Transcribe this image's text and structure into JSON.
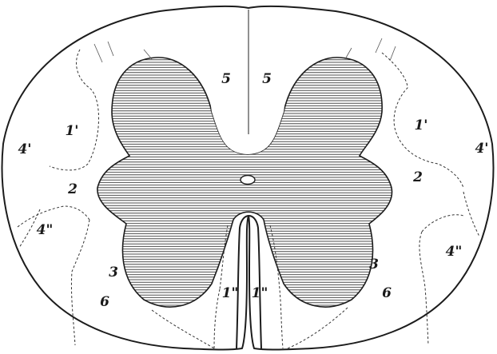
{
  "labels": {
    "tract_5": "5",
    "tract_1p": "1'",
    "tract_4p": "4'",
    "tract_2": "2",
    "tract_4pp": "4\"",
    "tract_3": "3",
    "tract_6": "6",
    "tract_1pp": "1\""
  }
}
